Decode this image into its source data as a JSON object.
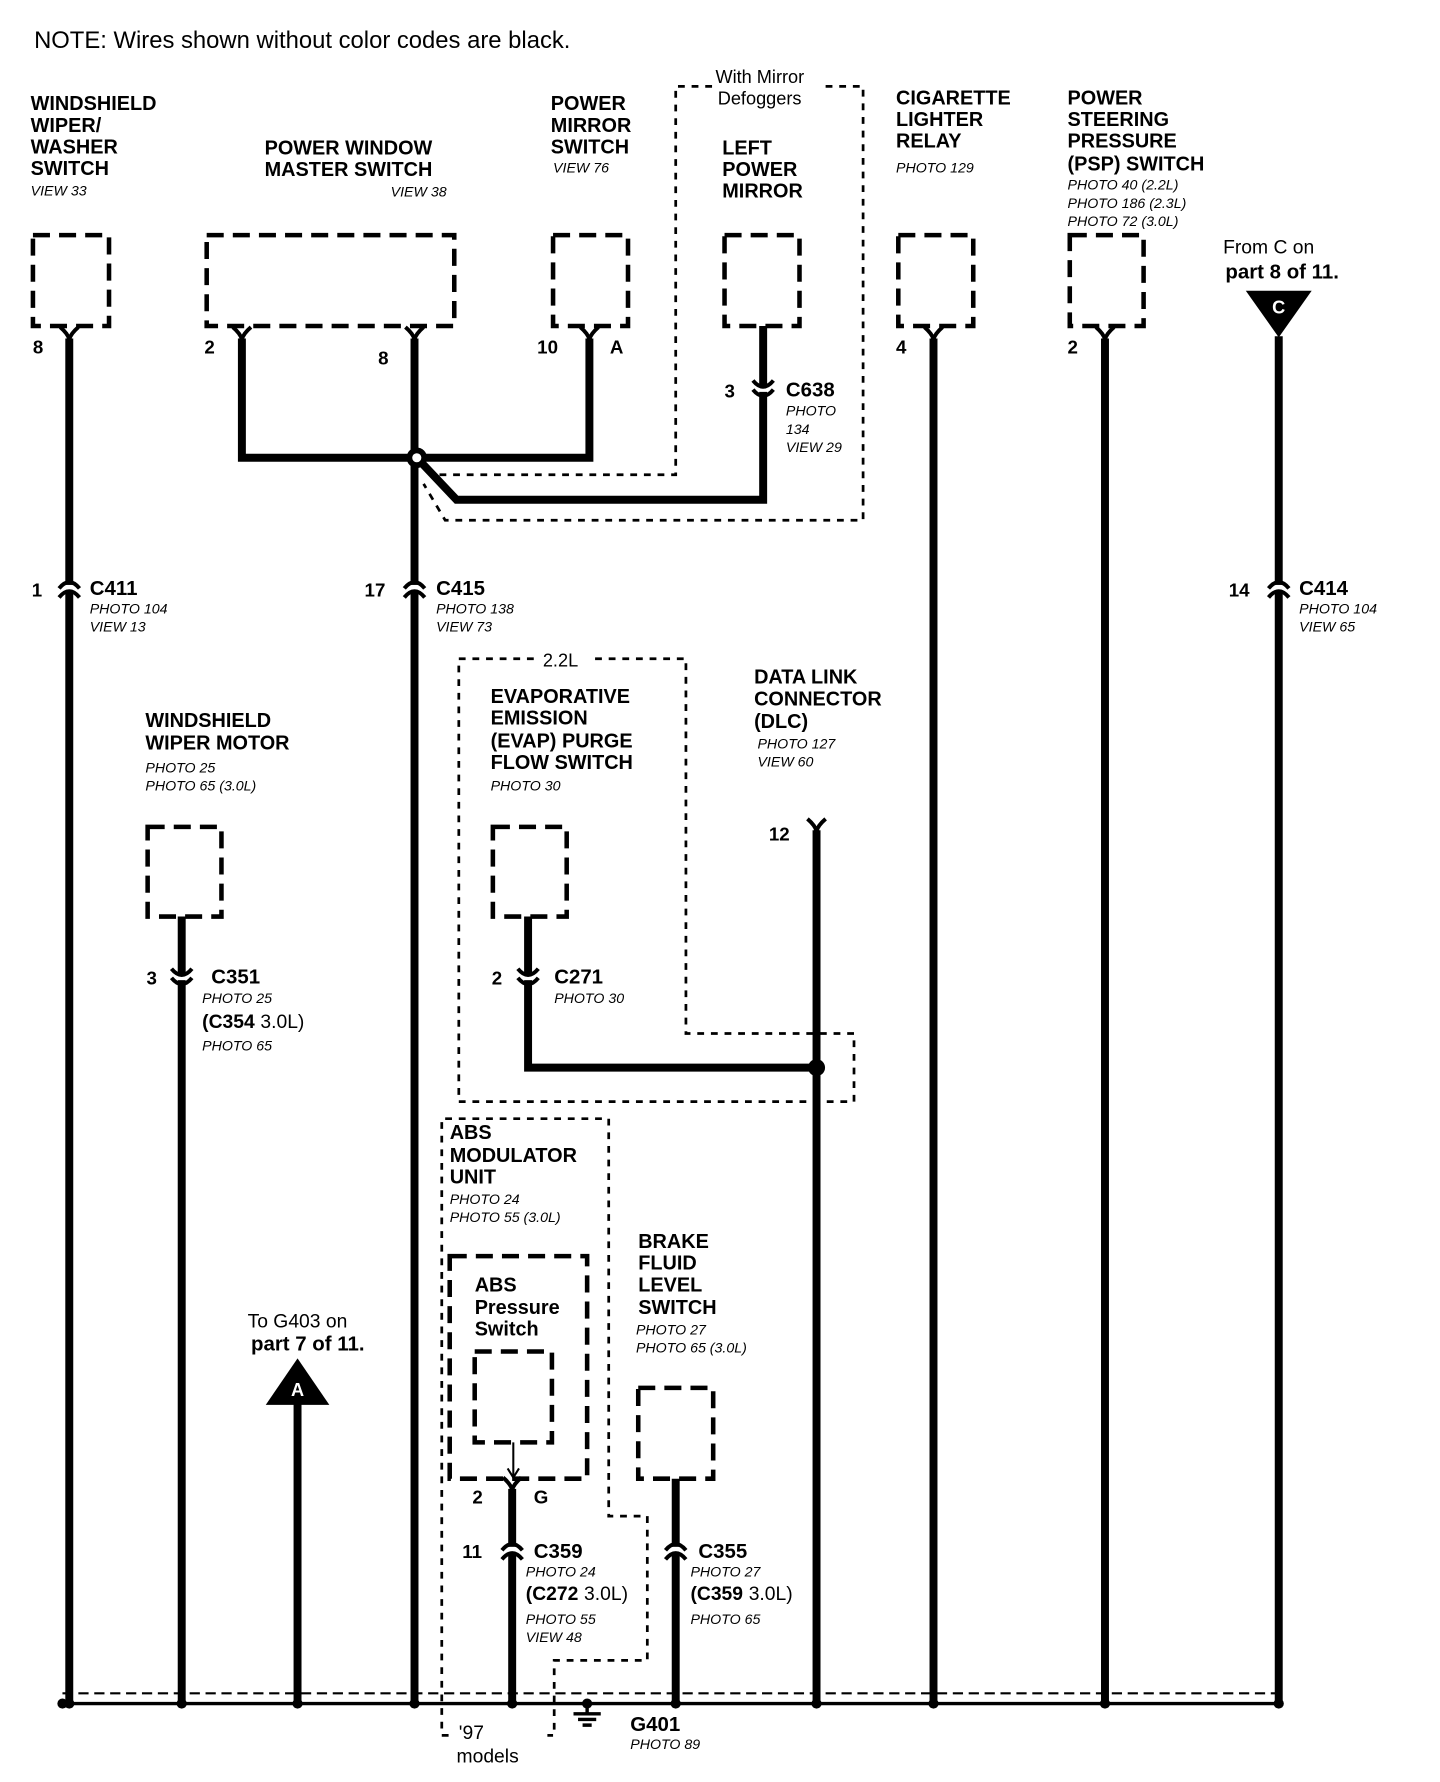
{
  "note": "NOTE: Wires shown without color codes are black.",
  "colors": {
    "ink": "#000000",
    "paper": "#ffffff"
  },
  "components": {
    "wiper_washer_switch": {
      "label": [
        "WINDSHIELD",
        "WIPER/",
        "WASHER",
        "SWITCH"
      ],
      "refs": [
        "VIEW 33"
      ],
      "pin": "8"
    },
    "power_window_master_switch": {
      "label": [
        "POWER WINDOW",
        "MASTER SWITCH"
      ],
      "refs": [
        "VIEW 38"
      ],
      "pins": [
        "2",
        "8"
      ]
    },
    "power_mirror_switch": {
      "label": [
        "POWER",
        "MIRROR",
        "SWITCH"
      ],
      "refs": [
        "VIEW 76"
      ],
      "pins": [
        "10",
        "A"
      ]
    },
    "left_power_mirror": {
      "variant": [
        "With Mirror",
        "Defoggers"
      ],
      "label": [
        "LEFT",
        "POWER",
        "MIRROR"
      ]
    },
    "cigarette_lighter_relay": {
      "label": [
        "CIGARETTE",
        "LIGHTER",
        "RELAY"
      ],
      "refs": [
        "PHOTO 129"
      ],
      "pin": "4"
    },
    "psp_switch": {
      "label": [
        "POWER",
        "STEERING",
        "PRESSURE",
        "(PSP) SWITCH"
      ],
      "refs": [
        "PHOTO 40 (2.2L)",
        "PHOTO 186 (2.3L)",
        "PHOTO 72 (3.0L)"
      ],
      "pin": "2"
    },
    "wiper_motor": {
      "label": [
        "WINDSHIELD",
        "WIPER MOTOR"
      ],
      "refs": [
        "PHOTO 25",
        "PHOTO 65 (3.0L)"
      ]
    },
    "evap_purge_flow_switch": {
      "variant": "2.2L",
      "label": [
        "EVAPORATIVE",
        "EMISSION",
        "(EVAP) PURGE",
        "FLOW SWITCH"
      ],
      "refs": [
        "PHOTO 30"
      ]
    },
    "data_link_connector": {
      "label": [
        "DATA LINK",
        "CONNECTOR",
        "(DLC)"
      ],
      "refs": [
        "PHOTO 127",
        "VIEW 60"
      ],
      "pin": "12"
    },
    "abs_modulator_unit": {
      "label": [
        "ABS",
        "MODULATOR",
        "UNIT"
      ],
      "refs": [
        "PHOTO 24",
        "PHOTO 55 (3.0L)"
      ],
      "variant": [
        "'97",
        "models"
      ],
      "pressure_switch": {
        "label": [
          "ABS",
          "Pressure",
          "Switch"
        ]
      },
      "pins": [
        "2",
        "G"
      ]
    },
    "brake_fluid_level_switch": {
      "label": [
        "BRAKE",
        "FLUID",
        "LEVEL",
        "SWITCH"
      ],
      "refs": [
        "PHOTO 27",
        "PHOTO 65 (3.0L)"
      ]
    }
  },
  "connectors": {
    "c411": {
      "id": "C411",
      "pin": "1",
      "refs": [
        "PHOTO 104",
        "VIEW 13"
      ]
    },
    "c415": {
      "id": "C415",
      "pin": "17",
      "refs": [
        "PHOTO 138",
        "VIEW 73"
      ]
    },
    "c414": {
      "id": "C414",
      "pin": "14",
      "refs": [
        "PHOTO 104",
        "VIEW 65"
      ]
    },
    "c638": {
      "id": "C638",
      "pin": "3",
      "refs": [
        "PHOTO",
        "134",
        "VIEW 29"
      ]
    },
    "c351": {
      "id": "C351",
      "pin": "3",
      "refs": [
        "PHOTO 25"
      ],
      "alt_id": "(C354",
      "alt_note": "3.0L)",
      "alt_refs": [
        "PHOTO 65"
      ]
    },
    "c271": {
      "id": "C271",
      "pin": "2",
      "refs": [
        "PHOTO 30"
      ]
    },
    "c359": {
      "id": "C359",
      "pin": "11",
      "refs": [
        "PHOTO 24"
      ],
      "alt_id": "(C272",
      "alt_note": "3.0L)",
      "alt_refs": [
        "PHOTO 55",
        "VIEW 48"
      ]
    },
    "c355": {
      "id": "C355",
      "refs": [
        "PHOTO 27"
      ],
      "alt_id": "(C359",
      "alt_note": "3.0L)",
      "alt_refs": [
        "PHOTO 65"
      ]
    }
  },
  "offpage": {
    "from_c": {
      "lines": [
        "From C on",
        "part 8 of 11."
      ],
      "symbol": "C"
    },
    "to_g403": {
      "lines": [
        "To G403 on",
        "part 7 of 11."
      ],
      "symbol": "A"
    }
  },
  "ground": {
    "id": "G401",
    "refs": [
      "PHOTO 89"
    ]
  }
}
